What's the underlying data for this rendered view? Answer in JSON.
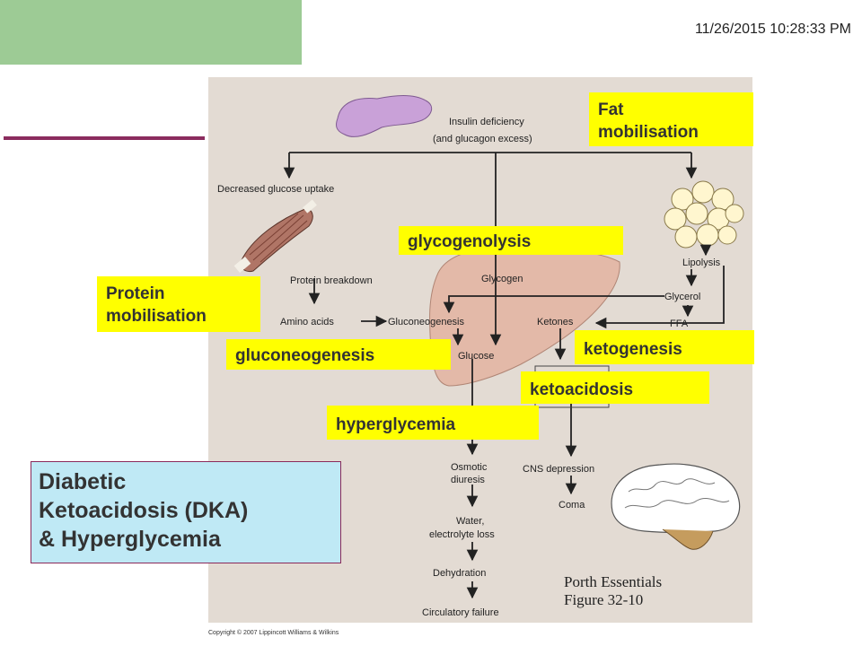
{
  "header": {
    "timestamp": "11/26/2015 10:28:33 PM"
  },
  "diagram": {
    "nodes": {
      "insulin_deficiency": "Insulin deficiency",
      "glucagon_excess": "(and glucagon excess)",
      "decreased_glucose_uptake": "Decreased glucose uptake",
      "protein_breakdown": "Protein breakdown",
      "amino_acids": "Amino acids",
      "gluconeogenesis": "Gluconeogenesis",
      "glycogen": "Glycogen",
      "glucose": "Glucose",
      "ketones": "Ketones",
      "lipolysis": "Lipolysis",
      "glycerol": "Glycerol",
      "ffa": "FFA",
      "osmotic": "Osmotic",
      "diuresis": "diuresis",
      "water": "Water,",
      "electrolyte_loss": "electrolyte loss",
      "dehydration": "Dehydration",
      "circulatory_failure": "Circulatory failure",
      "cns_depression": "CNS depression",
      "coma": "Coma"
    },
    "highlights": {
      "fat_line1": "Fat",
      "fat_line2": "mobilisation",
      "glycogenolysis": "glycogenolysis",
      "protein_line1": "Protein",
      "protein_line2": "mobilisation",
      "gluconeogenesis": "gluconeogenesis",
      "ketogenesis": "ketogenesis",
      "ketoacidosis": "ketoacidosis",
      "hyperglycemia": "hyperglycemia"
    },
    "source_line1": "Porth Essentials",
    "source_line2": "Figure 32-10",
    "copyright": "Copyright © 2007 Lippincott Williams & Wilkins",
    "colors": {
      "highlight": "#ffff00",
      "figure_bg": "#e3dbd3",
      "liver": "#e3b9a8"
    }
  },
  "title_box": {
    "line1": "Diabetic",
    "line2": "Ketoacidosis (DKA)",
    "line3": "& Hyperglycemia"
  }
}
